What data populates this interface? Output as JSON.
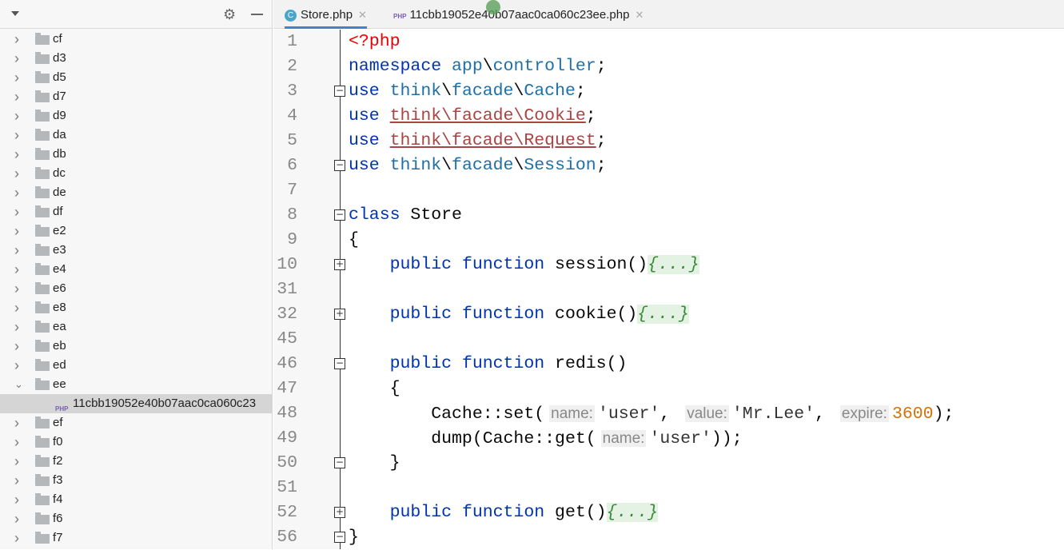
{
  "sidebar": {
    "items": [
      {
        "label": "cf",
        "open": false
      },
      {
        "label": "d3"
      },
      {
        "label": "d5"
      },
      {
        "label": "d7"
      },
      {
        "label": "d9"
      },
      {
        "label": "da"
      },
      {
        "label": "db"
      },
      {
        "label": "dc"
      },
      {
        "label": "de"
      },
      {
        "label": "df"
      },
      {
        "label": "e2"
      },
      {
        "label": "e3"
      },
      {
        "label": "e4"
      },
      {
        "label": "e6"
      },
      {
        "label": "e8"
      },
      {
        "label": "ea"
      },
      {
        "label": "eb"
      },
      {
        "label": "ed"
      },
      {
        "label": "ee",
        "open": true
      },
      {
        "label": "11cbb19052e40b07aac0ca060c23",
        "file": true,
        "selected": true
      },
      {
        "label": "ef"
      },
      {
        "label": "f0"
      },
      {
        "label": "f2"
      },
      {
        "label": "f3"
      },
      {
        "label": "f4"
      },
      {
        "label": "f6"
      },
      {
        "label": "f7"
      }
    ]
  },
  "tabs": [
    {
      "label": "Store.php",
      "icon": "C",
      "active": true
    },
    {
      "label": "11cbb19052e40b07aac0ca060c23ee.php",
      "icon": "PHP"
    }
  ],
  "colors": {
    "accent": "#4083c9",
    "keyword": "#0033b3",
    "unresolved": "#a94442",
    "number": "#d6700a"
  },
  "code": [
    {
      "n": "1",
      "t": [
        [
          "<?php",
          "php"
        ]
      ]
    },
    {
      "n": "2",
      "t": [
        [
          "namespace",
          "k"
        ],
        [
          " "
        ],
        [
          "app",
          "ns"
        ],
        [
          "\\"
        ],
        [
          "controller",
          "ns"
        ],
        [
          ";"
        ]
      ]
    },
    {
      "n": "3",
      "fold": "minus",
      "t": [
        [
          "use",
          "k"
        ],
        [
          " "
        ],
        [
          "think",
          "ns"
        ],
        [
          "\\"
        ],
        [
          "facade",
          "ns"
        ],
        [
          "\\"
        ],
        [
          "Cache",
          "ns"
        ],
        [
          ";"
        ]
      ]
    },
    {
      "n": "4",
      "t": [
        [
          "use",
          "k"
        ],
        [
          " "
        ],
        [
          "think\\facade\\Cookie",
          "err"
        ],
        [
          ";"
        ]
      ]
    },
    {
      "n": "5",
      "t": [
        [
          "use",
          "k"
        ],
        [
          " "
        ],
        [
          "think\\facade\\Request",
          "err"
        ],
        [
          ";"
        ]
      ]
    },
    {
      "n": "6",
      "fold": "minus",
      "t": [
        [
          "use",
          "k"
        ],
        [
          " "
        ],
        [
          "think",
          "ns"
        ],
        [
          "\\"
        ],
        [
          "facade",
          "ns"
        ],
        [
          "\\"
        ],
        [
          "Session",
          "ns"
        ],
        [
          ";"
        ]
      ]
    },
    {
      "n": "7",
      "t": []
    },
    {
      "n": "8",
      "fold": "minus",
      "t": [
        [
          "class",
          "k"
        ],
        [
          " Store"
        ]
      ]
    },
    {
      "n": "9",
      "t": [
        [
          "{"
        ]
      ]
    },
    {
      "n": "10",
      "fold": "plus",
      "t": [
        [
          "    "
        ],
        [
          "public",
          "k"
        ],
        [
          " "
        ],
        [
          "function",
          "k"
        ],
        [
          " session()"
        ],
        [
          "{...}",
          "fold"
        ]
      ]
    },
    {
      "n": "31",
      "t": []
    },
    {
      "n": "32",
      "fold": "plus",
      "t": [
        [
          "    "
        ],
        [
          "public",
          "k"
        ],
        [
          " "
        ],
        [
          "function",
          "k"
        ],
        [
          " cookie()"
        ],
        [
          "{...}",
          "fold"
        ]
      ]
    },
    {
      "n": "45",
      "t": []
    },
    {
      "n": "46",
      "fold": "minus",
      "t": [
        [
          "    "
        ],
        [
          "public",
          "k"
        ],
        [
          " "
        ],
        [
          "function",
          "k"
        ],
        [
          " redis()"
        ]
      ]
    },
    {
      "n": "47",
      "t": [
        [
          "    {"
        ]
      ]
    },
    {
      "n": "48",
      "t": [
        [
          "        Cache::set("
        ],
        [
          "name:",
          "hint"
        ],
        [
          "'user'",
          "str"
        ],
        [
          ", "
        ],
        [
          "value:",
          "hint"
        ],
        [
          "'Mr.Lee'",
          "str"
        ],
        [
          ", "
        ],
        [
          "expire:",
          "hint"
        ],
        [
          "3600",
          "num"
        ],
        [
          ");"
        ]
      ]
    },
    {
      "n": "49",
      "t": [
        [
          "        dump(Cache::get("
        ],
        [
          "name:",
          "hint"
        ],
        [
          "'user'",
          "str"
        ],
        [
          "));"
        ]
      ]
    },
    {
      "n": "50",
      "fold": "minus",
      "t": [
        [
          "    }"
        ]
      ]
    },
    {
      "n": "51",
      "t": []
    },
    {
      "n": "52",
      "fold": "plus",
      "t": [
        [
          "    "
        ],
        [
          "public",
          "k"
        ],
        [
          " "
        ],
        [
          "function",
          "k"
        ],
        [
          " get()"
        ],
        [
          "{...}",
          "fold"
        ]
      ]
    },
    {
      "n": "56",
      "fold": "minus",
      "t": [
        [
          "}"
        ]
      ]
    }
  ]
}
